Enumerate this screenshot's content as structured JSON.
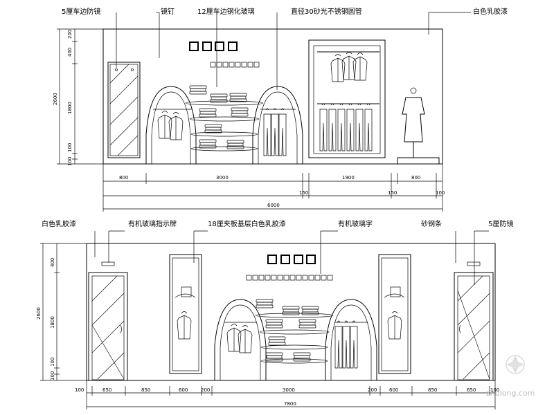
{
  "top_view": {
    "callouts": [
      "5厘车边防镜",
      "镜钉",
      "12厘车边钢化玻璃",
      "直径30砂光不锈钢圆管",
      "白色乳胶漆"
    ],
    "h_dims": [
      "800",
      "3000",
      "1900",
      "800"
    ],
    "h_dims2": [
      "150",
      "150",
      "100"
    ],
    "total": "6000",
    "v_dims": [
      "200",
      "400",
      "2600",
      "1800",
      "100",
      "100"
    ]
  },
  "bottom_view": {
    "callouts": [
      "白色乳胶漆",
      "有机玻璃指示牌",
      "18厘夹板基层白色乳胶漆",
      "有机玻璃字",
      "砂钢条",
      "5厘防镜"
    ],
    "h_dims": [
      "100",
      "650",
      "850",
      "600",
      "200",
      "3000",
      "200",
      "600",
      "850",
      "650",
      "100"
    ],
    "total": "7800",
    "v_dims": [
      "400",
      "2600",
      "1800",
      "100",
      "100"
    ]
  },
  "watermark": "zhulong.com"
}
